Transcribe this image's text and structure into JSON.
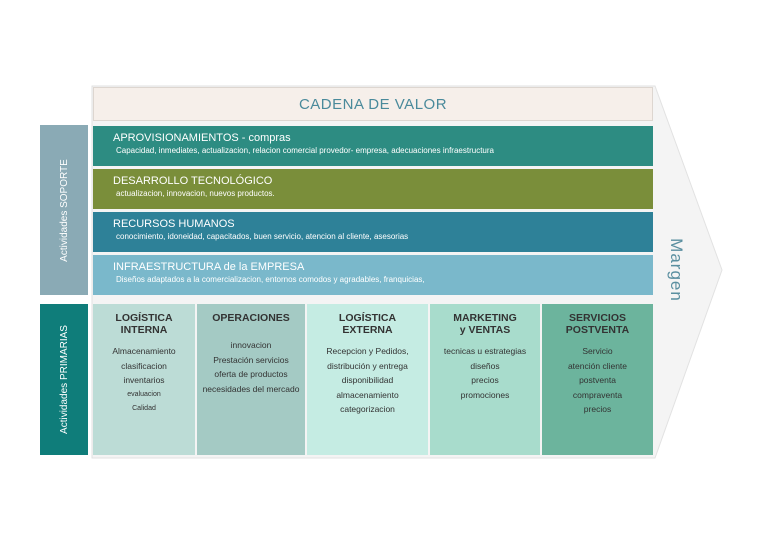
{
  "title": "CADENA DE VALOR",
  "margin_label": "Margen",
  "support": {
    "label": "Actividades SOPORTE",
    "bands": [
      {
        "title": "APROVISIONAMIENTOS - compras",
        "detail": "Capacidad, inmediates, actualizacion, relacion comercial provedor- empresa, adecuaciones infraestructura"
      },
      {
        "title": "DESARROLLO TECNOLÓGICO",
        "detail": "actualizacion, innovacion, nuevos productos."
      },
      {
        "title": "RECURSOS HUMANOS",
        "detail": "conocimiento, idoneidad, capacitados, buen servicio, atencion al cliente, asesorias"
      },
      {
        "title": "INFRAESTRUCTURA de la EMPRESA",
        "detail": "Diseños adaptados a la comercializacion, entornos comodos y agradables, franquicias,"
      }
    ]
  },
  "primary": {
    "label": "Actividades PRIMARIAS",
    "columns": [
      {
        "title_1": "LOGÍSTICA",
        "title_2": "INTERNA",
        "items": [
          "Almacenamiento",
          "clasificacion",
          "inventarios",
          "evaluacion",
          "Calidad"
        ]
      },
      {
        "title_1": "OPERACIONES",
        "title_2": "",
        "items": [
          "innovacion",
          "Prestación servicios",
          "oferta de productos",
          "necesidades del mercado"
        ]
      },
      {
        "title_1": "LOGÍSTICA",
        "title_2": "EXTERNA",
        "items": [
          "Recepcion y Pedidos,",
          "distribución y entrega",
          "disponibilidad",
          "almacenamiento",
          "categorizacion"
        ]
      },
      {
        "title_1": "MARKETING",
        "title_2": "y VENTAS",
        "items": [
          "tecnicas u estrategias",
          "diseños",
          "precios",
          "promociones"
        ]
      },
      {
        "title_1": "SERVICIOS",
        "title_2": "POSTVENTA",
        "items": [
          "Servicio",
          "atención cliente",
          "postventa",
          "compraventa",
          "precios"
        ]
      }
    ]
  },
  "colors": {
    "title_text": "#4a8a9b",
    "band_1": "#2d8c82",
    "band_2": "#7a8e3a",
    "band_3": "#2e8198",
    "band_4": "#7ab8cb",
    "primarias": "#0f7d7a",
    "soporte": "#8aaab5"
  }
}
